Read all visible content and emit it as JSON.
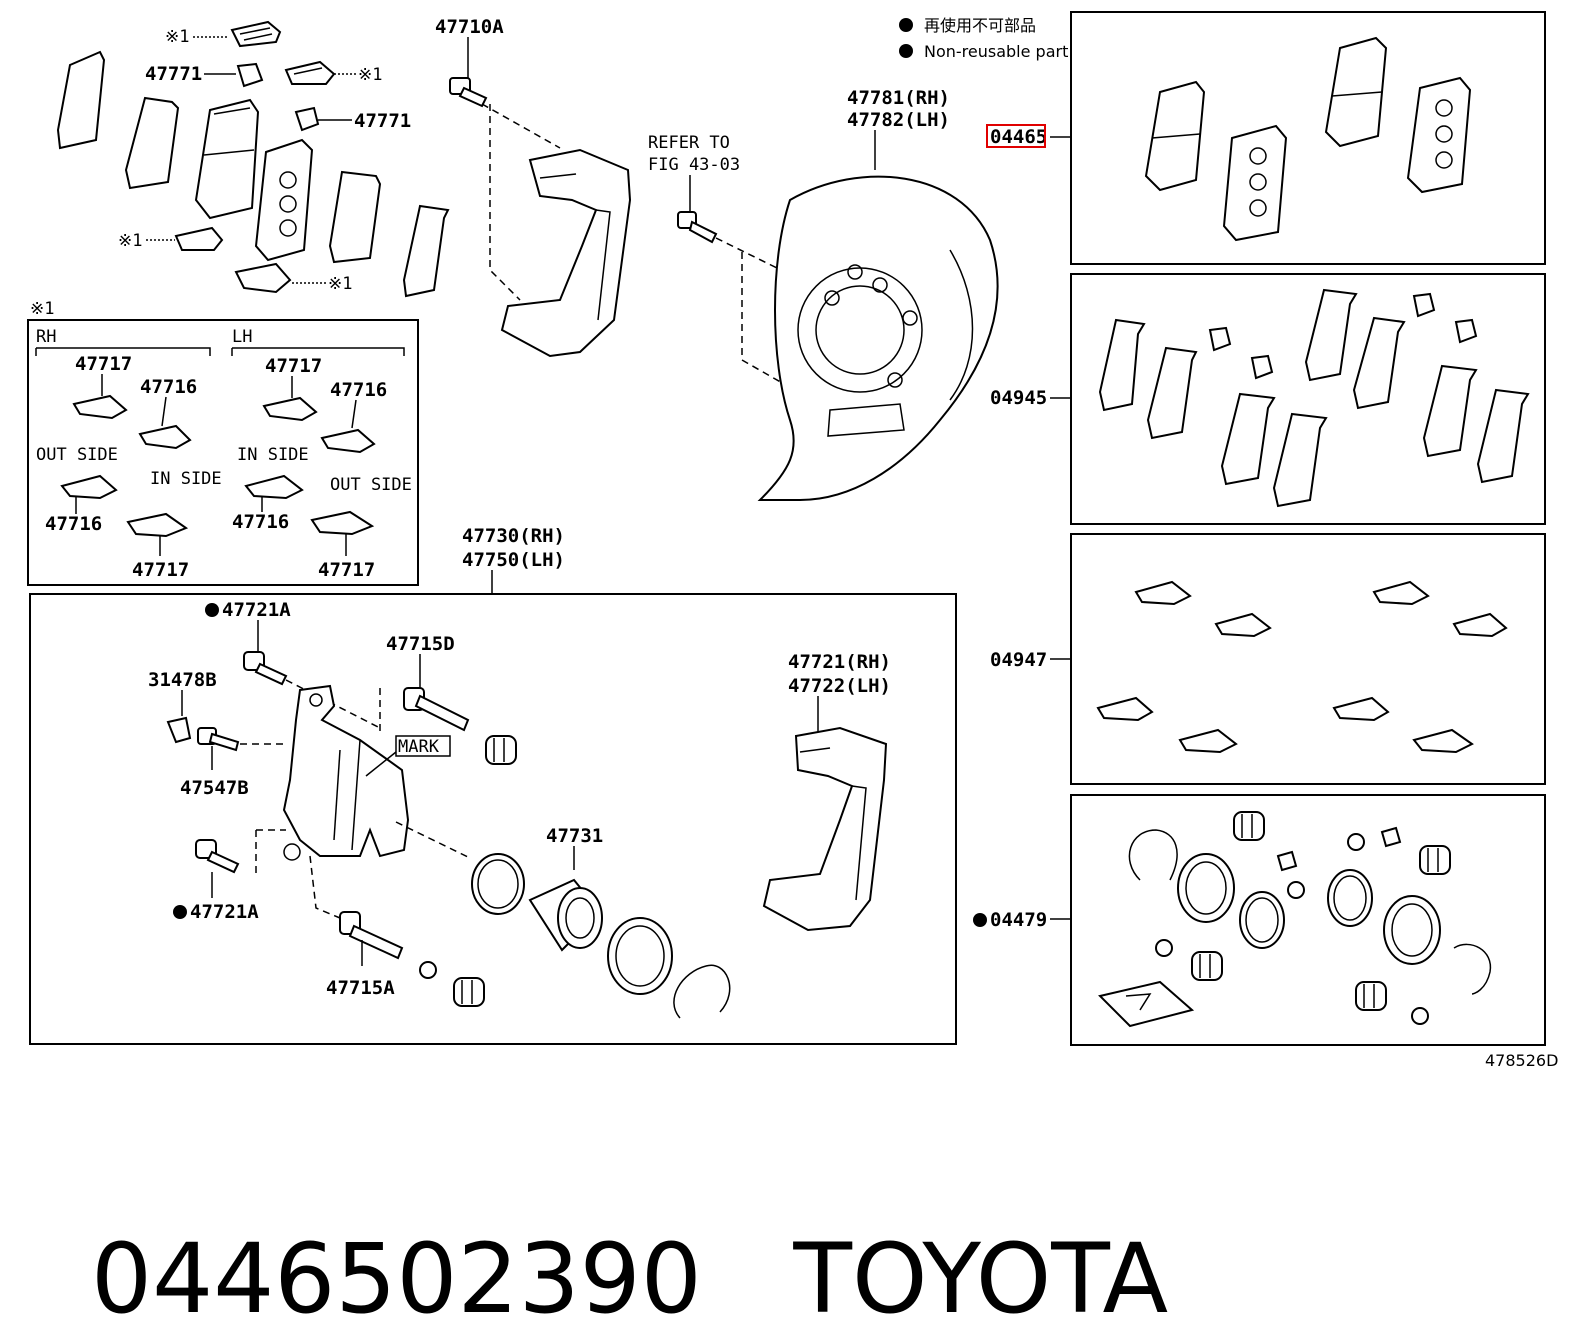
{
  "legend": {
    "line1": "再使用不可部品",
    "line2": "Non-reusable part"
  },
  "labels": {
    "p47710A": "47710A",
    "star1_top": "※1",
    "p47771_left": "47771",
    "star1_right": "※1",
    "p47771_right": "47771",
    "star1_mid": "※1",
    "star1_bottom": "※1",
    "refer_line1": "REFER TO",
    "refer_line2": "FIG 43-03",
    "p47781": "47781(RH)",
    "p47782": "47782(LH)",
    "kit_04465": "04465",
    "kit_04945": "04945",
    "kit_04947": "04947",
    "kit_04479": "04479",
    "p47730": "47730(RH)",
    "p47750": "47750(LH)",
    "p47721A_top": "47721A",
    "p47715D": "47715D",
    "p31478B": "31478B",
    "mark": "MARK",
    "p47547B": "47547B",
    "p47721A_bottom": "47721A",
    "p47731": "47731",
    "p47715A": "47715A",
    "p47721": "47721(RH)",
    "p47722": "47722(LH)",
    "diagram_code": "478526D"
  },
  "inset": {
    "star": "※1",
    "rh": "RH",
    "lh": "LH",
    "rh_47717_top": "47717",
    "rh_47716_top": "47716",
    "rh_out_side": "OUT SIDE",
    "rh_in_side": "IN SIDE",
    "rh_47716_bottom": "47716",
    "rh_47717_bottom": "47717",
    "lh_47717_top": "47717",
    "lh_47716_top": "47716",
    "lh_in_side": "IN SIDE",
    "lh_out_side": "OUT SIDE",
    "lh_47716_bottom": "47716",
    "lh_47717_bottom": "47717"
  },
  "caption": {
    "part_number": "0446502390",
    "brand": "TOYOTA"
  },
  "colors": {
    "highlight": "#e00000",
    "ink": "#000000"
  }
}
